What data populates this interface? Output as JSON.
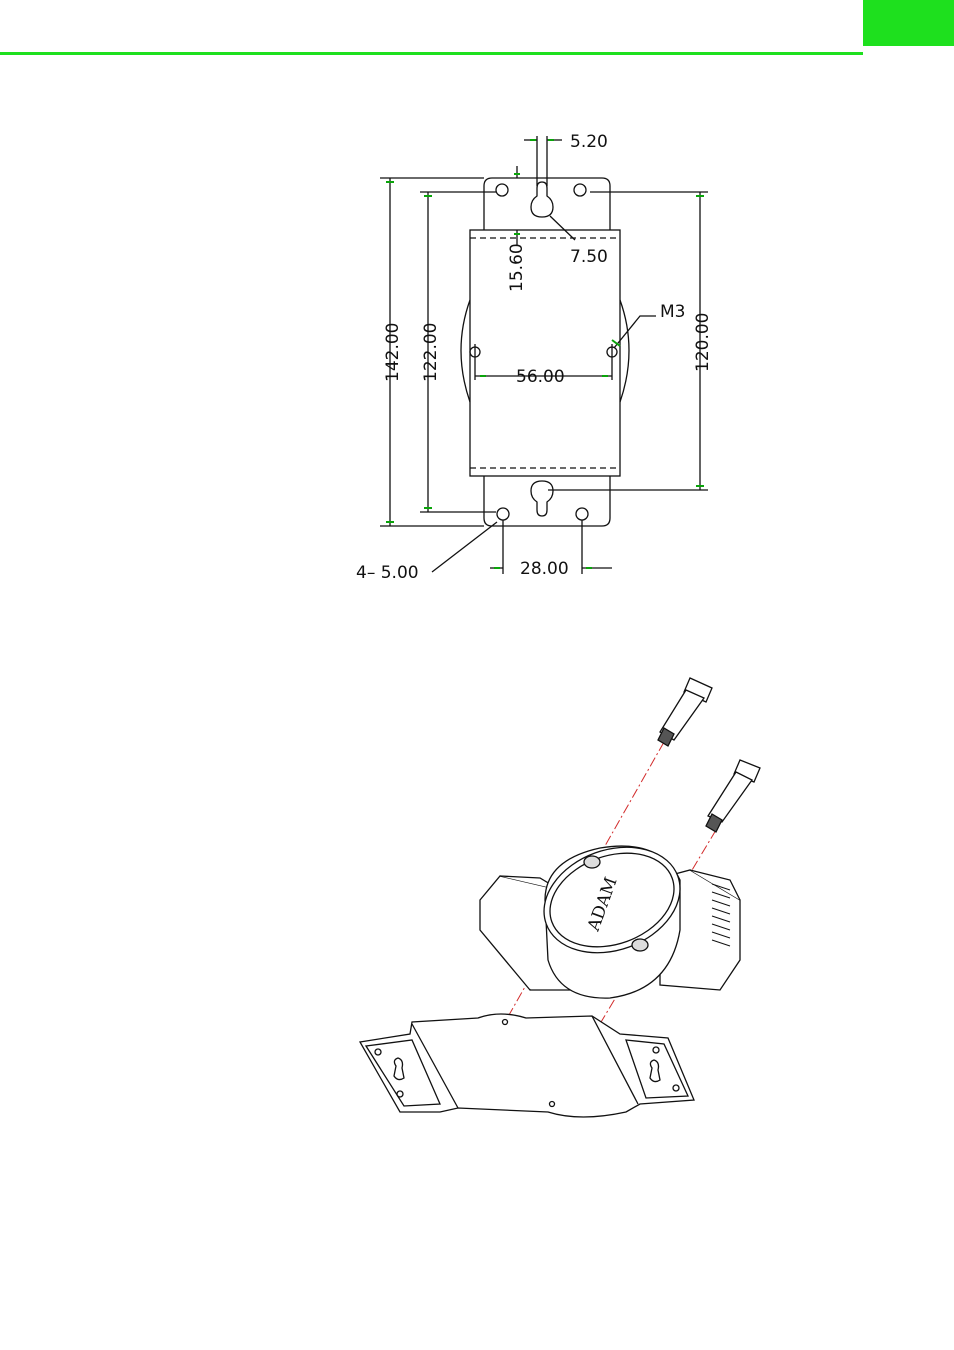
{
  "colors": {
    "accent": "#1ee01e",
    "line": "#111111",
    "tick": "#0aa40a",
    "screw_axis": "#d22b2b"
  },
  "dimension_drawing": {
    "labels": {
      "keyhole_width": "5.20",
      "keyhole_diameter": "7.50",
      "keyhole_offset": "15.60",
      "thread": "M3",
      "overall_height": "142.00",
      "hole_pitch_height": "122.00",
      "body_height": "120.00",
      "screw_spacing": "56.00",
      "hole_spec": "4– 5.00",
      "hole_pitch_width": "28.00"
    }
  },
  "assembly_drawing": {
    "module_brand": "ADAM"
  }
}
